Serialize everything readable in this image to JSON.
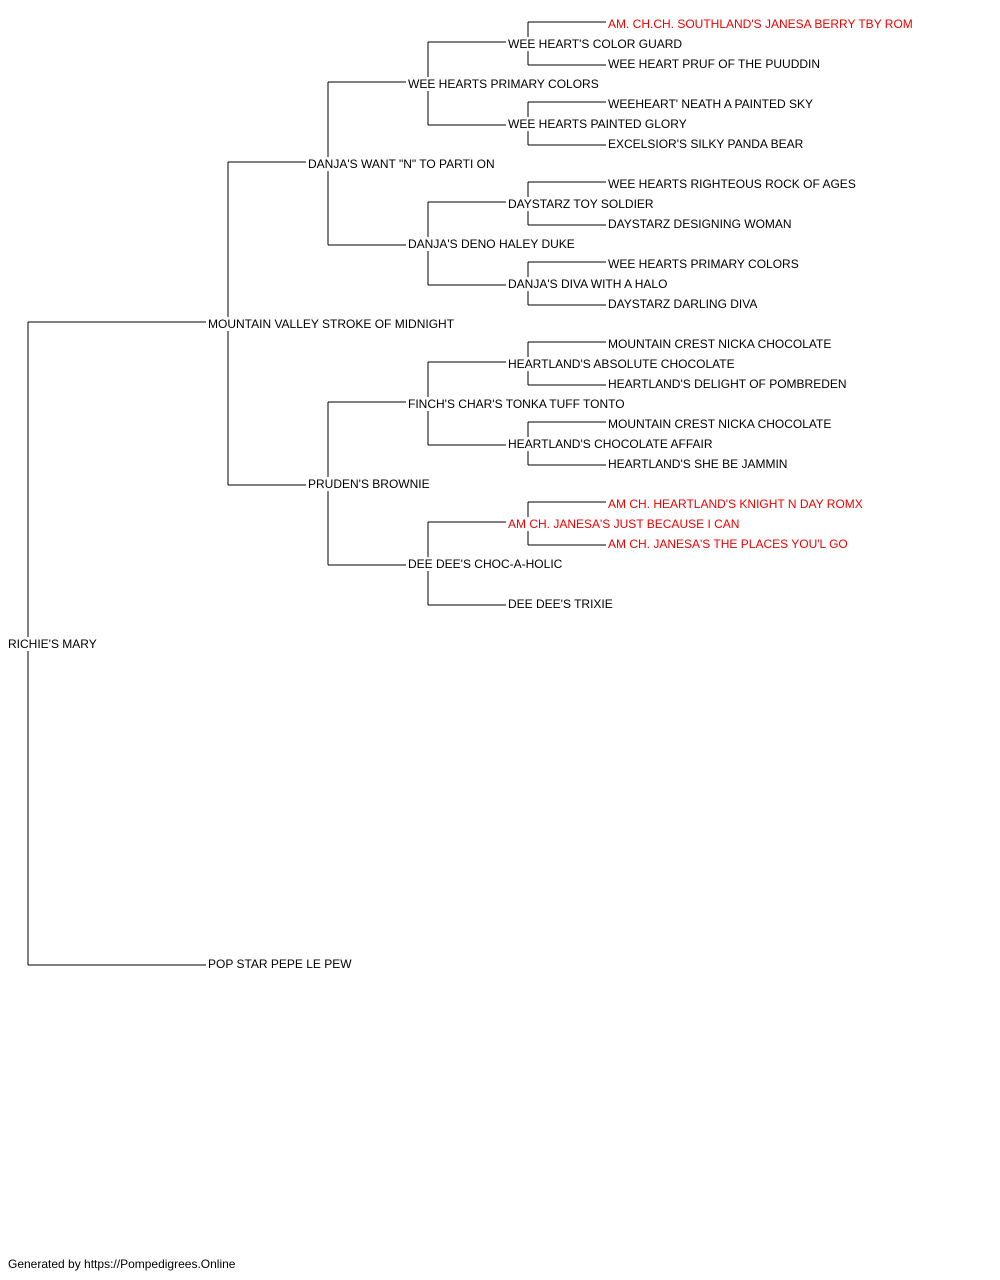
{
  "colors": {
    "normal": "#000000",
    "titled": "#ee0000",
    "lines": "#000000"
  },
  "pedigree": [
    {
      "id": "root",
      "name": "RICHIE'S MARY",
      "titled": false
    },
    {
      "id": "s",
      "name": "MOUNTAIN VALLEY STROKE OF MIDNIGHT",
      "titled": false
    },
    {
      "id": "d",
      "name": "POP STAR PEPE LE PEW",
      "titled": false
    },
    {
      "id": "ss",
      "name": "DANJA'S WANT \"N\" TO PARTI ON",
      "titled": false
    },
    {
      "id": "sd",
      "name": "PRUDEN'S BROWNIE",
      "titled": false
    },
    {
      "id": "sss",
      "name": "WEE HEARTS PRIMARY COLORS",
      "titled": false
    },
    {
      "id": "ssd",
      "name": "DANJA'S DENO HALEY DUKE",
      "titled": false
    },
    {
      "id": "sds",
      "name": "FINCH'S CHAR'S TONKA TUFF TONTO",
      "titled": false
    },
    {
      "id": "sdd",
      "name": "DEE DEE'S CHOC-A-HOLIC",
      "titled": false
    },
    {
      "id": "ssss",
      "name": "WEE HEART'S COLOR GUARD",
      "titled": false
    },
    {
      "id": "sssd",
      "name": "WEE HEARTS PAINTED GLORY",
      "titled": false
    },
    {
      "id": "ssds",
      "name": "DAYSTARZ TOY SOLDIER",
      "titled": false
    },
    {
      "id": "ssdd",
      "name": "DANJA'S DIVA WITH A HALO",
      "titled": false
    },
    {
      "id": "sdss",
      "name": "HEARTLAND'S ABSOLUTE CHOCOLATE",
      "titled": false
    },
    {
      "id": "sdsd",
      "name": "HEARTLAND'S CHOCOLATE AFFAIR",
      "titled": false
    },
    {
      "id": "sdds",
      "name": "AM CH. JANESA'S JUST BECAUSE I CAN",
      "titled": true
    },
    {
      "id": "sddd",
      "name": "DEE DEE'S TRIXIE",
      "titled": false
    },
    {
      "id": "sssss",
      "name": "AM. CH.CH. SOUTHLAND'S JANESA BERRY TBY ROM",
      "titled": true
    },
    {
      "id": "ssssd",
      "name": "WEE HEART PRUF OF THE PUUDDIN",
      "titled": false
    },
    {
      "id": "sssds",
      "name": "WEEHEART' NEATH A PAINTED SKY",
      "titled": false
    },
    {
      "id": "sssdd",
      "name": "EXCELSIOR'S SILKY PANDA BEAR",
      "titled": false
    },
    {
      "id": "ssdss",
      "name": "WEE HEARTS RIGHTEOUS ROCK OF AGES",
      "titled": false
    },
    {
      "id": "ssdsd",
      "name": "DAYSTARZ DESIGNING WOMAN",
      "titled": false
    },
    {
      "id": "ssdds",
      "name": "WEE HEARTS PRIMARY COLORS",
      "titled": false
    },
    {
      "id": "ssddd",
      "name": "DAYSTARZ DARLING DIVA",
      "titled": false
    },
    {
      "id": "sdsss",
      "name": "MOUNTAIN CREST NICKA CHOCOLATE",
      "titled": false
    },
    {
      "id": "sdssd",
      "name": "HEARTLAND'S DELIGHT OF POMBREDEN",
      "titled": false
    },
    {
      "id": "sdsds",
      "name": "MOUNTAIN CREST NICKA CHOCOLATE",
      "titled": false
    },
    {
      "id": "sdsdd",
      "name": "HEARTLAND'S SHE BE JAMMIN",
      "titled": false
    },
    {
      "id": "sddss",
      "name": "AM CH. HEARTLAND'S KNIGHT N DAY ROMX",
      "titled": true
    },
    {
      "id": "sddsd",
      "name": "AM CH. JANESA'S THE PLACES YOU'L GO",
      "titled": true
    }
  ],
  "footer": {
    "text": "Generated by https://Pompedigrees.Online"
  }
}
